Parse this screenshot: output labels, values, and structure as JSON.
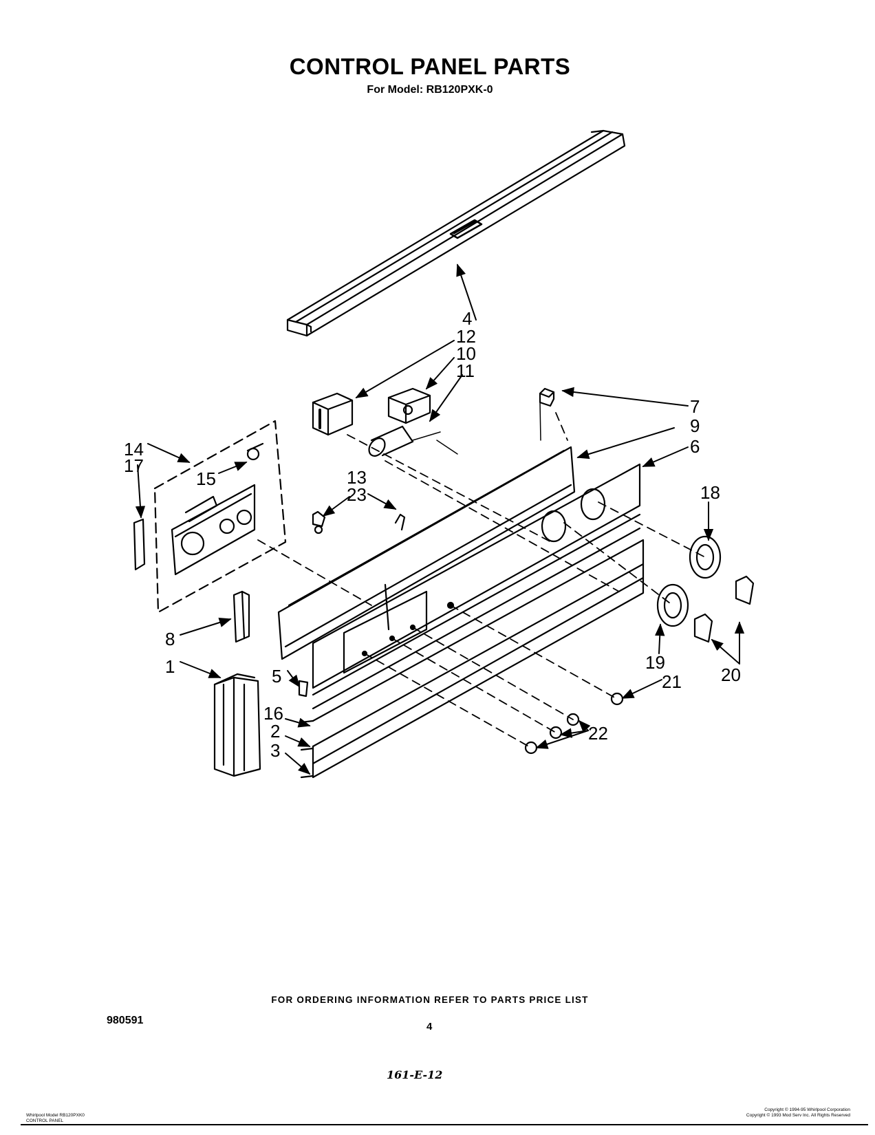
{
  "header": {
    "title": "CONTROL PANEL PARTS",
    "subtitle": "For Model: RB120PXK-0"
  },
  "callouts": [
    {
      "id": "c4",
      "text": "4"
    },
    {
      "id": "c12",
      "text": "12"
    },
    {
      "id": "c10",
      "text": "10"
    },
    {
      "id": "c11",
      "text": "11"
    },
    {
      "id": "c7",
      "text": "7"
    },
    {
      "id": "c9",
      "text": "9"
    },
    {
      "id": "c6",
      "text": "6"
    },
    {
      "id": "c14",
      "text": "14"
    },
    {
      "id": "c17",
      "text": "17"
    },
    {
      "id": "c15",
      "text": "15"
    },
    {
      "id": "c13",
      "text": "13"
    },
    {
      "id": "c23",
      "text": "23"
    },
    {
      "id": "c18",
      "text": "18"
    },
    {
      "id": "c8",
      "text": "8"
    },
    {
      "id": "c1",
      "text": "1"
    },
    {
      "id": "c5",
      "text": "5"
    },
    {
      "id": "c16",
      "text": "16"
    },
    {
      "id": "c2",
      "text": "2"
    },
    {
      "id": "c3",
      "text": "3"
    },
    {
      "id": "c19",
      "text": "19"
    },
    {
      "id": "c21",
      "text": "21"
    },
    {
      "id": "c20",
      "text": "20"
    },
    {
      "id": "c22",
      "text": "22"
    }
  ],
  "footer": {
    "ordering_note": "FOR ORDERING INFORMATION REFER TO PARTS PRICE LIST",
    "doc_number": "980591",
    "page_number": "4",
    "handwritten_note": "161-E-12",
    "left_line1": "Whirlpool Model RB120PXK0",
    "left_line2": "CONTROL PANEL",
    "right_line1": "Copyright © 1994-95 Whirlpool Corporation",
    "right_line2": "Copyright © 1993 Mod Serv Inc. All Rights Reserved"
  }
}
